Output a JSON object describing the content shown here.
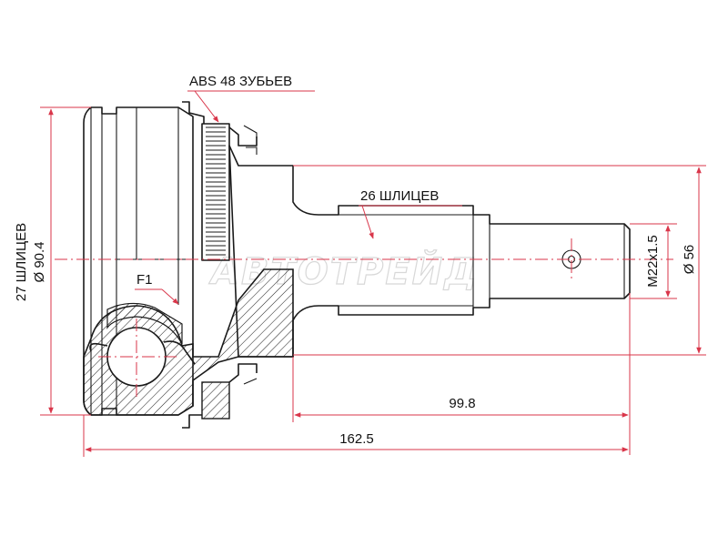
{
  "labels": {
    "abs": "ABS 48 ЗУБЬЕВ",
    "spline26": "26 ШЛИЦЕВ",
    "f1": "F1",
    "spline27": "27 ШЛИЦЕВ",
    "dia904": "Ø 90.4",
    "thread": "M22x1.5",
    "dia56": "Ø 56",
    "len998": "99.8",
    "len1625": "162.5"
  },
  "watermark": "АВТОТРЕЙД",
  "colors": {
    "outline": "#1a1a1a",
    "dimension": "#d9364a",
    "watermark": "#d8d8d8"
  }
}
